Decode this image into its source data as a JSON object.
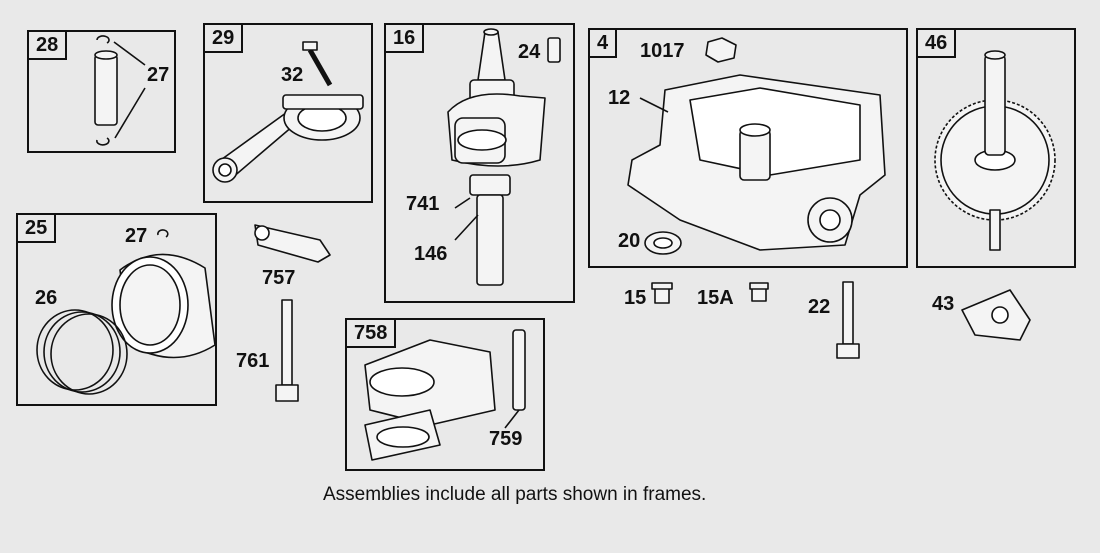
{
  "colors": {
    "background": "#e9e9e9",
    "ink": "#111111"
  },
  "frames": {
    "f28": "28",
    "f29": "29",
    "f16": "16",
    "f4": "4",
    "f46": "46",
    "f25": "25",
    "f758": "758"
  },
  "labels": {
    "p27a": "27",
    "p32": "32",
    "p24": "24",
    "p1017": "1017",
    "p12": "12",
    "p741": "741",
    "p146": "146",
    "p20": "20",
    "p27b": "27",
    "p26": "26",
    "p757": "757",
    "p761": "761",
    "p15": "15",
    "p15a": "15A",
    "p22": "22",
    "p43": "43",
    "p759": "759"
  },
  "note": "Assemblies include all parts shown in frames."
}
